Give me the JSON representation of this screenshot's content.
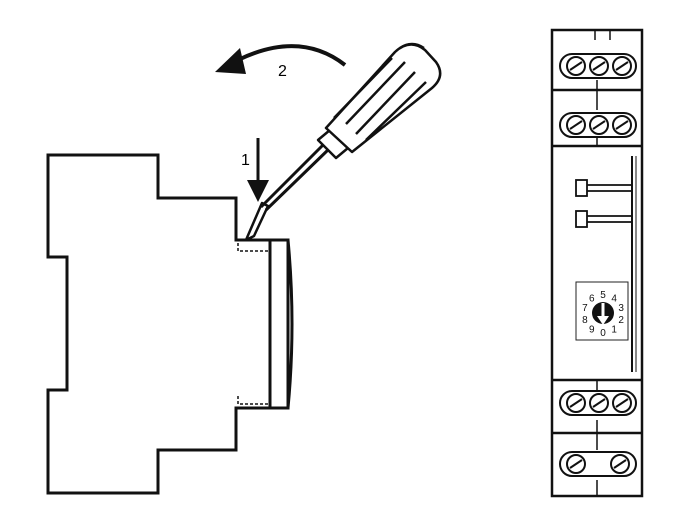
{
  "steps": {
    "step1_label": "1",
    "step2_label": "2"
  },
  "dial": {
    "digits": [
      "0",
      "1",
      "2",
      "3",
      "4",
      "5",
      "6",
      "7",
      "8",
      "9"
    ]
  },
  "module": {
    "top_terminal_rows": [
      3,
      3
    ],
    "bottom_terminal_rows": [
      3,
      2
    ]
  },
  "colors": {
    "line": "#111111",
    "background": "#ffffff",
    "dashed": "#111111"
  }
}
